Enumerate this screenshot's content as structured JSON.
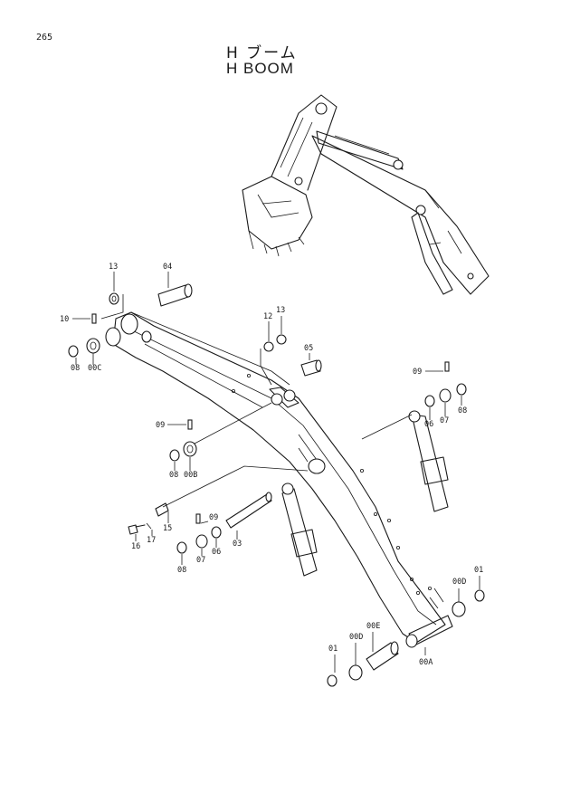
{
  "page": {
    "number": "265"
  },
  "title": {
    "japanese": "H ブーム",
    "english": "H BOOM"
  },
  "part_labels": [
    {
      "id": "13a",
      "text": "13"
    },
    {
      "id": "04",
      "text": "04"
    },
    {
      "id": "10",
      "text": "10"
    },
    {
      "id": "08a",
      "text": "08"
    },
    {
      "id": "00C",
      "text": "00C"
    },
    {
      "id": "12",
      "text": "12"
    },
    {
      "id": "13b",
      "text": "13"
    },
    {
      "id": "05",
      "text": "05"
    },
    {
      "id": "09a",
      "text": "09"
    },
    {
      "id": "08b",
      "text": "08"
    },
    {
      "id": "00B",
      "text": "00B"
    },
    {
      "id": "09b",
      "text": "09"
    },
    {
      "id": "06a",
      "text": "06"
    },
    {
      "id": "07a",
      "text": "07"
    },
    {
      "id": "08c",
      "text": "08"
    },
    {
      "id": "15",
      "text": "15"
    },
    {
      "id": "16",
      "text": "16"
    },
    {
      "id": "17",
      "text": "17"
    },
    {
      "id": "09c",
      "text": "09"
    },
    {
      "id": "07b",
      "text": "07"
    },
    {
      "id": "06b",
      "text": "06"
    },
    {
      "id": "03",
      "text": "03"
    },
    {
      "id": "08d",
      "text": "08"
    },
    {
      "id": "00D_a",
      "text": "00D"
    },
    {
      "id": "01a",
      "text": "01"
    },
    {
      "id": "00E",
      "text": "00E"
    },
    {
      "id": "00D_b",
      "text": "00D"
    },
    {
      "id": "01b",
      "text": "01"
    },
    {
      "id": "00A",
      "text": "00A"
    }
  ]
}
